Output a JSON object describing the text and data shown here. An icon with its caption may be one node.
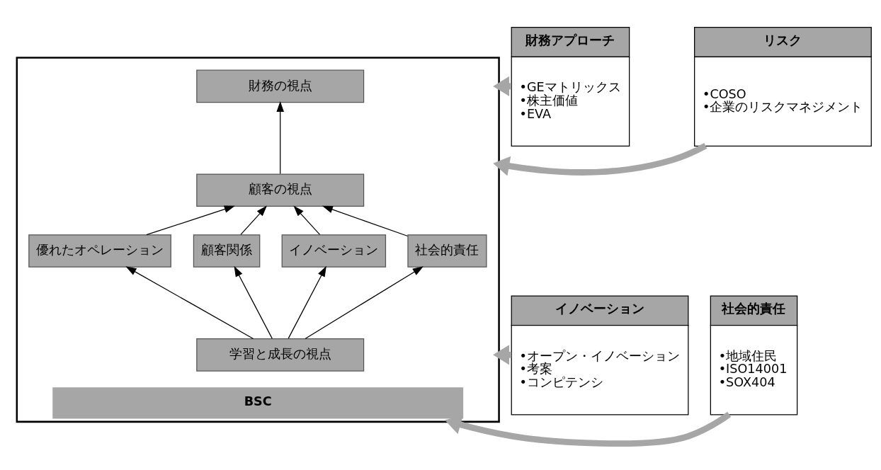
{
  "diagram": {
    "nodes": [
      {
        "text": [
          "BSC"
        ]
      },
      {
        "text": [
          "財務の視点"
        ],
        "in": 0
      },
      {
        "text": [
          "顧客の視点"
        ],
        "in": 0
      },
      {
        "text": [
          "優れたオペレーション"
        ],
        "in": 0
      },
      {
        "text": [
          "顧客関係"
        ],
        "in": 0
      },
      {
        "text": [
          "イノベーション"
        ],
        "in": 0
      },
      {
        "text": [
          "社会的責任"
        ],
        "in": 0
      },
      {
        "text": [
          "学習と成長の視点"
        ],
        "in": 0
      },
      {
        "text": [
          "財務アプローチ",
          "•GEマトリックス",
          "•株主価値",
          "•EVA"
        ]
      },
      {
        "text": [
          "イノベーション",
          "•オープン・イノベーション",
          "•考案",
          "•コンピテンシ"
        ]
      },
      {
        "text": [
          "リスク",
          "•COSO",
          "•企業のリスクマネジメント"
        ]
      },
      {
        "text": [
          "社会的責任",
          "•地域住民",
          "•ISO14001",
          "•SOX404"
        ]
      }
    ],
    "edges": [
      {
        "from": 2,
        "to": 1,
        "arrow": "to"
      },
      {
        "from": 3,
        "to": 2,
        "arrow": "to"
      },
      {
        "from": 4,
        "to": 2,
        "arrow": "to"
      },
      {
        "from": 5,
        "to": 2,
        "arrow": "to"
      },
      {
        "from": 6,
        "to": 2,
        "arrow": "to"
      },
      {
        "from": 7,
        "to": 3,
        "arrow": "to"
      },
      {
        "from": 7,
        "to": 4,
        "arrow": "to"
      },
      {
        "from": 7,
        "to": 5,
        "arrow": "to"
      },
      {
        "from": 7,
        "to": 6,
        "arrow": "to"
      },
      {
        "from": 8,
        "to": 0,
        "arrow": "to",
        "style": "thick",
        "color": "#a6a6a6"
      },
      {
        "from": 9,
        "to": 0,
        "arrow": "to",
        "style": "thick",
        "color": "#a6a6a6"
      },
      {
        "from": 10,
        "to": 0,
        "arrow": "to",
        "style": "thick",
        "color": "#a6a6a6"
      },
      {
        "from": 11,
        "to": 0,
        "arrow": "to",
        "style": "thick",
        "color": "#a6a6a6"
      }
    ]
  }
}
